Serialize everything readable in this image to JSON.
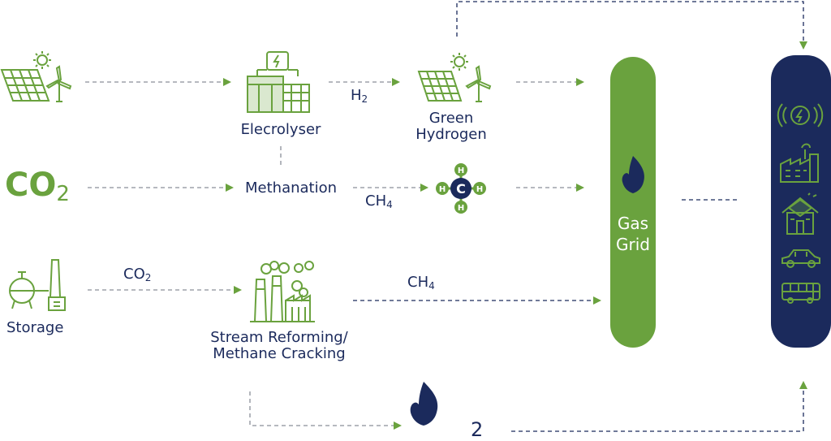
{
  "sources": {
    "storage_label": "Storage"
  },
  "co2_source": {
    "symbol": "CO",
    "subscript": "2"
  },
  "processes": {
    "electrolyser": "Elecrolyser",
    "methanation": "Methanation",
    "reforming_line1": "Stream Reforming/",
    "reforming_line2": "Methane Cracking"
  },
  "products": {
    "green_hydrogen_line1": "Green",
    "green_hydrogen_line2": "Hydrogen"
  },
  "flow_labels": {
    "h2": {
      "symbol": "H",
      "subscript": "2"
    },
    "ch4_upper": {
      "symbol": "CH",
      "subscript": "4"
    },
    "ch4_lower": {
      "symbol": "CH",
      "subscript": "4"
    },
    "co2_storage": {
      "symbol": "CO",
      "subscript": "2"
    }
  },
  "methane_molecule": {
    "center": "C",
    "h": "H"
  },
  "gas_grid": {
    "line1": "Gas",
    "line2": "Grid"
  },
  "bottom_label": "2",
  "colors": {
    "green": "#6aa23e",
    "navy": "#1b2a5c",
    "gray_dash": "#8a8f99"
  },
  "icons": [
    "solar-panel-icon",
    "sun-icon",
    "wind-turbine-icon",
    "electrolyser-icon",
    "storage-tank-icon",
    "chimney-icon",
    "factory-icon",
    "flame-icon",
    "lightning-icon",
    "house-icon",
    "car-icon",
    "bus-icon"
  ]
}
